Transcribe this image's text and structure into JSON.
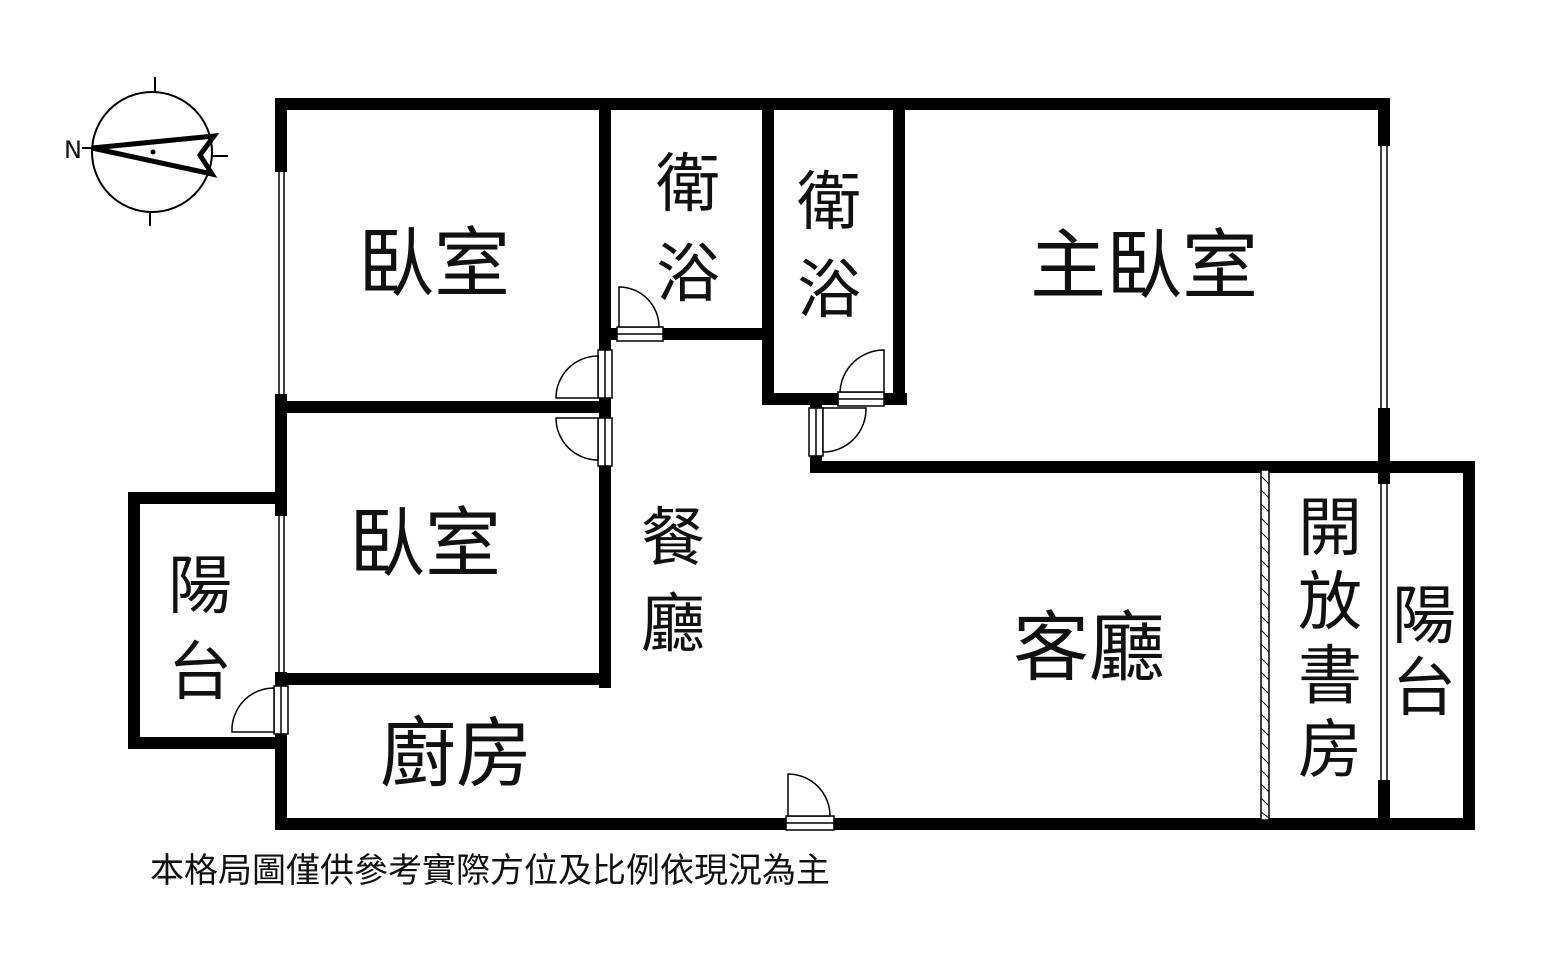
{
  "compass": {
    "north_label": "N",
    "icon": "compass-icon"
  },
  "rooms": {
    "bedroom_upper": "臥室",
    "bath_left_line1": "衛",
    "bath_left_line2": "浴",
    "bath_right_line1": "衛",
    "bath_right_line2": "浴",
    "master_bedroom": "主臥室",
    "bedroom_lower": "臥室",
    "balcony_left_line1": "陽",
    "balcony_left_line2": "台",
    "dining_line1": "餐",
    "dining_line2": "廳",
    "living_room": "客廳",
    "study_line1": "開",
    "study_line2": "放",
    "study_line3": "書",
    "study_line4": "房",
    "balcony_right_line1": "陽",
    "balcony_right_line2": "台",
    "kitchen": "廚房"
  },
  "disclaimer": "本格局圖僅供參考實際方位及比例依現況為主",
  "colors": {
    "wall": "#000000",
    "background": "#ffffff"
  }
}
